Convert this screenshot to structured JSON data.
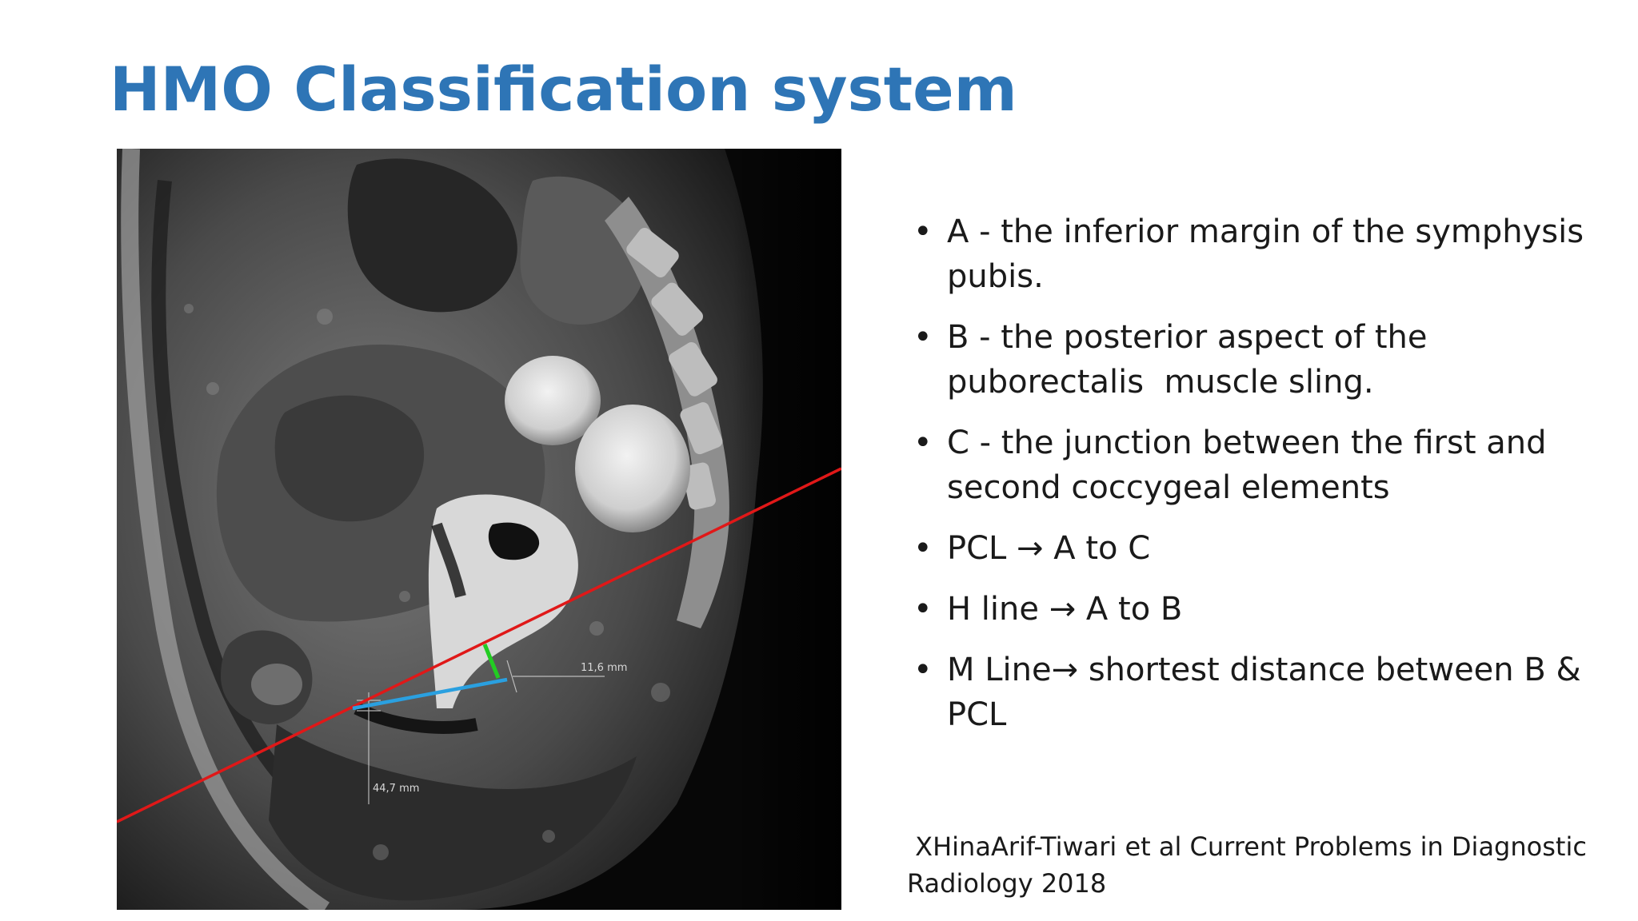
{
  "slide": {
    "title": "HMO Classification system",
    "bullets": [
      "A - the inferior margin of the symphysis pubis.",
      "B - the posterior aspect of the puborectalis  muscle sling.",
      "C - the junction between the first and second coccygeal elements",
      "PCL → A to C",
      "H line → A to B",
      "M Line→ shortest distance between B & PCL"
    ],
    "bullet_symbol": "•",
    "citation": " XHinaArif-Tiwari et al Current Problems in Diagnostic Radiology 2018"
  },
  "image": {
    "subject": "sagittal pelvic MRI",
    "measurements": {
      "m_line": "11,6 mm",
      "h_line": "44,7 mm"
    },
    "overlay_colors": {
      "pcl": "#e01818",
      "h_line": "#2aa0e0",
      "m_line": "#22cc22",
      "guides": "#cfcfcf"
    }
  }
}
